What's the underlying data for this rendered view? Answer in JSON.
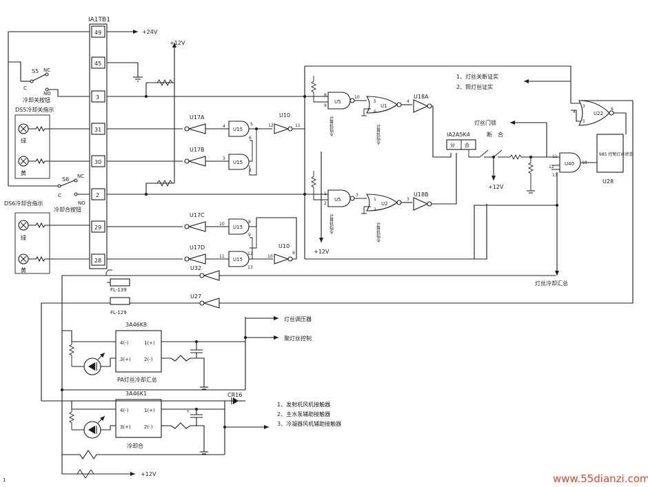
{
  "terminal_block": {
    "title": "IA1TB1",
    "pins": [
      "49",
      "45",
      "3",
      "31",
      "30",
      "2",
      "29",
      "28"
    ]
  },
  "supplies": {
    "p24": "+24V",
    "p12_top": "+12V",
    "p12_mid": "+12V",
    "p12_relay": "+12V",
    "p12_bottom": "+12V"
  },
  "switches": {
    "s5": "S5",
    "s6": "S6",
    "nc": "NC",
    "no": "NO",
    "c": "C",
    "s5_label": "冷却关按钮",
    "s6_label": "冷却合按钮"
  },
  "indicators": {
    "ds5": "DS5冷却关指示",
    "ds6": "DS6冷却合指示",
    "green": "绿",
    "yellow": "黄"
  },
  "gates": {
    "u17a": "U17A",
    "u17b": "U17B",
    "u17c": "U17C",
    "u17d": "U17D",
    "u15": "U15",
    "u10": "U10",
    "u5": "U5",
    "u1": "U1",
    "u2": "U2",
    "u18a": "U18A",
    "u18b": "U18B",
    "u22": "U22",
    "u40": "U40",
    "u28": "U28",
    "u32": "U32",
    "u27": "U27"
  },
  "pins": {
    "p1": "1",
    "p2": "2",
    "p3": "3",
    "p4": "4",
    "p5": "5",
    "p6": "6",
    "p8": "8",
    "p9": "9",
    "p10": "10",
    "p11": "11",
    "p12": "12",
    "p13": "13"
  },
  "labels": {
    "computer_cmd": "计算机指令",
    "relay": "IA2A5K4",
    "relay_open": "分",
    "relay_close": "合",
    "relay_sw": "断　合",
    "u28_text": "985 控制灯丝状态",
    "note1": "1、灯丝关断证实",
    "note2": "2、照灯丝证实",
    "filament_lock": "灯丝门锁",
    "filament_cool": "灯丝冷却汇总",
    "fl139": "FL-139",
    "fl129": "FL-129",
    "k8": "3A46K8",
    "k1": "3A46K1",
    "k_p4": "4(-)",
    "k_p3": "3(+)",
    "k_p1": "1(+)",
    "k_p2": "2(-)",
    "k8_caption": "PA灯丝冷却汇总",
    "k1_caption": "冷却合",
    "fil_adj": "灯丝调压器",
    "fil_ctrl": "聚灯丝控制",
    "cr16": "CR16",
    "cont1": "1、发射机风机接触器",
    "cont2": "2、主水泵辅助接触器",
    "cont3": "3、冷凝器风机辅助接触器",
    "watermark": "www.55dianzi.com",
    "corner_mark": "1"
  },
  "colors": {
    "line": "#1a1a1a",
    "watermark": "#e0472b"
  }
}
